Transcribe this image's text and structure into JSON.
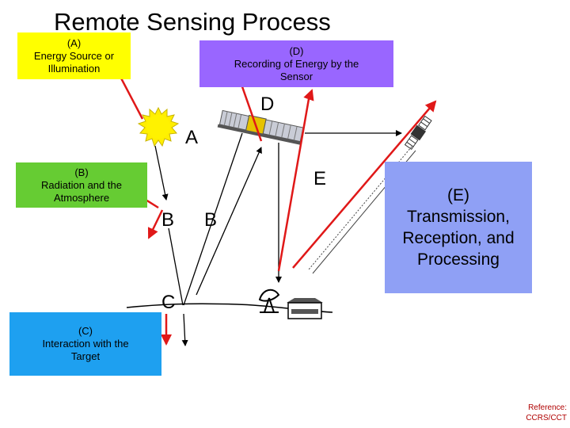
{
  "title": "Remote Sensing Process",
  "boxes": {
    "a": {
      "tag": "(A)",
      "line1": "Energy Source or",
      "line2": "Illumination",
      "color": "#ffff00"
    },
    "b": {
      "tag": "(B)",
      "line1": "Radiation and the",
      "line2": "Atmosphere",
      "color": "#66cc33"
    },
    "c": {
      "tag": "(C)",
      "line1": "Interaction with the",
      "line2": "Target",
      "color": "#1ea0f0"
    },
    "d": {
      "tag": "(D)",
      "line1": "Recording of Energy by the",
      "line2": "Sensor",
      "color": "#9966ff"
    },
    "e": {
      "tag": "(E)",
      "line1": "Transmission,",
      "line2": "Reception, and",
      "line3": "Processing",
      "color": "#8fa0f5"
    }
  },
  "diagram_letters": {
    "a": "A",
    "b1": "B",
    "b2": "B",
    "c": "C",
    "d": "D",
    "e": "E"
  },
  "reference": {
    "line1": "Reference:",
    "line2": "CCRS/CCT",
    "color": "#b00000"
  },
  "arrow_color": "#e01818"
}
